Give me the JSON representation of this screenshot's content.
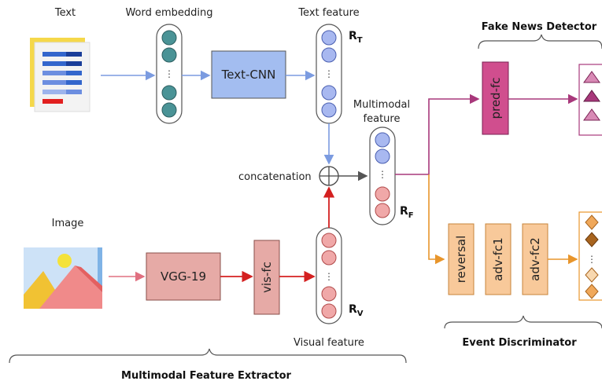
{
  "labels": {
    "text": "Text",
    "word_embedding": "Word embedding",
    "text_feature": "Text feature",
    "image": "Image",
    "visual_feature": "Visual feature",
    "multimodal_feature_line1": "Multimodal",
    "multimodal_feature_line2": "feature",
    "concatenation": "concatenation",
    "fake_news_detector": "Fake News Detector",
    "event_discriminator": "Event Discriminator",
    "multimodal_feature_extractor": "Multimodal Feature Extractor"
  },
  "boxes": {
    "text_cnn": "Text-CNN",
    "vgg19": "VGG-19",
    "vis_fc": "vis-fc",
    "pred_fc": "pred-fc",
    "reversal": "reversal",
    "adv_fc1": "adv-fc1",
    "adv_fc2": "adv-fc2"
  },
  "symbols": {
    "rt_main": "R",
    "rt_sub": "T",
    "rv_main": "R",
    "rv_sub": "V",
    "rf_main": "R",
    "rf_sub": "F",
    "ellipsis": "⋮"
  },
  "colors": {
    "text_arrow": "#7b9be0",
    "image_arrow": "#d42020",
    "fake_news": "#a8387b",
    "event": "#e8952b",
    "teal": "#4a9396",
    "blue_node": "#a8b8f0",
    "red_node": "#f0a8a8"
  }
}
